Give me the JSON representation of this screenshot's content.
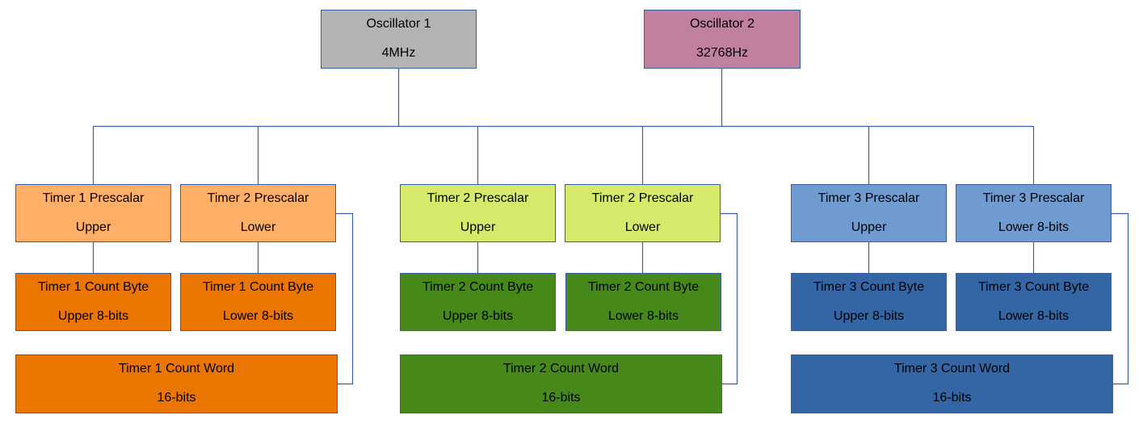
{
  "colors": {
    "connector": "#3a5f9e",
    "osc1": "#b3b3b3",
    "osc2": "#c080a0",
    "timer1_prescalar": "#ffb066",
    "timer1_count": "#ea7500",
    "timer2_prescalar": "#d5ea6b",
    "timer2_count": "#46891a",
    "timer3_prescalar": "#6f9bd0",
    "timer3_count": "#3465a4"
  },
  "nodes": {
    "osc1": {
      "line1": "Oscillator 1",
      "line2": "4MHz"
    },
    "osc2": {
      "line1": "Oscillator 2",
      "line2": "32768Hz"
    },
    "t1_pre_upper": {
      "line1": "Timer 1 Prescalar",
      "line2": "Upper"
    },
    "t1_pre_lower": {
      "line1": "Timer 2 Prescalar",
      "line2": "Lower"
    },
    "t1_cnt_upper": {
      "line1": "Timer 1 Count Byte",
      "line2": "Upper 8-bits"
    },
    "t1_cnt_lower": {
      "line1": "Timer 1 Count Byte",
      "line2": "Lower 8-bits"
    },
    "t1_word": {
      "line1": "Timer 1 Count Word",
      "line2": "16-bits"
    },
    "t2_pre_upper": {
      "line1": "Timer 2 Prescalar",
      "line2": "Upper"
    },
    "t2_pre_lower": {
      "line1": "Timer 2 Prescalar",
      "line2": "Lower"
    },
    "t2_cnt_upper": {
      "line1": "Timer 2 Count Byte",
      "line2": "Upper 8-bits"
    },
    "t2_cnt_lower": {
      "line1": "Timer 2 Count Byte",
      "line2": "Lower 8-bits"
    },
    "t2_word": {
      "line1": "Timer 2 Count Word",
      "line2": "16-bits"
    },
    "t3_pre_upper": {
      "line1": "Timer 3 Prescalar",
      "line2": "Upper"
    },
    "t3_pre_lower": {
      "line1": "Timer 3 Prescalar",
      "line2": "Lower 8-bits"
    },
    "t3_cnt_upper": {
      "line1": "Timer 3 Count Byte",
      "line2": "Upper 8-bits"
    },
    "t3_cnt_lower": {
      "line1": "Timer 3 Count Byte",
      "line2": "Lower 8-bits"
    },
    "t3_word": {
      "line1": "Timer 3 Count Word",
      "line2": "16-bits"
    }
  }
}
